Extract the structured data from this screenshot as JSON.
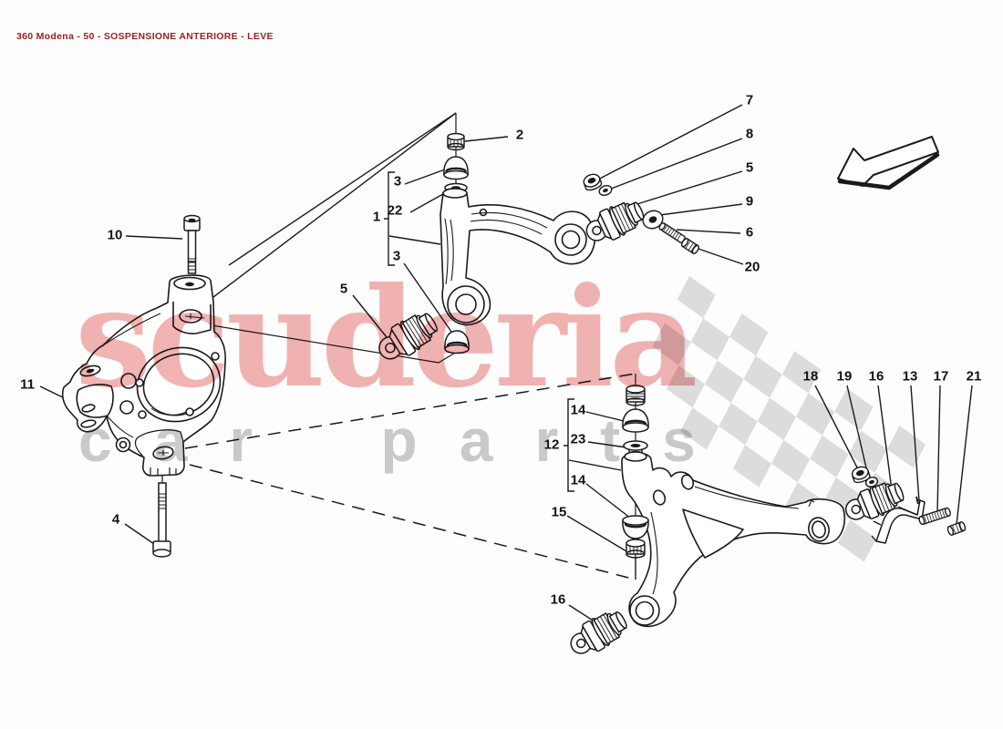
{
  "title": "360 Modena - 50 - SOSPENSIONE ANTERIORE - LEVE",
  "watermark": {
    "brand": "scuderia",
    "tagline": "car parts"
  },
  "arrow": {
    "direction": "left"
  },
  "colors": {
    "title_red": "#a02020",
    "watermark_pink": "#f2b3b3",
    "tagline_gray": "#cbcbcb",
    "flag_gray": "#d9d9d9",
    "ink": "#1a1a1a"
  },
  "callouts": [
    {
      "label": "2"
    },
    {
      "label": "3"
    },
    {
      "label": "22"
    },
    {
      "label": "1"
    },
    {
      "label": "3"
    },
    {
      "label": "10"
    },
    {
      "label": "5"
    },
    {
      "label": "11"
    },
    {
      "label": "4"
    },
    {
      "label": "7"
    },
    {
      "label": "8"
    },
    {
      "label": "5"
    },
    {
      "label": "9"
    },
    {
      "label": "6"
    },
    {
      "label": "20"
    },
    {
      "label": "14"
    },
    {
      "label": "23"
    },
    {
      "label": "12"
    },
    {
      "label": "14"
    },
    {
      "label": "15"
    },
    {
      "label": "16"
    },
    {
      "label": "18"
    },
    {
      "label": "19"
    },
    {
      "label": "16"
    },
    {
      "label": "13"
    },
    {
      "label": "17"
    },
    {
      "label": "21"
    }
  ]
}
